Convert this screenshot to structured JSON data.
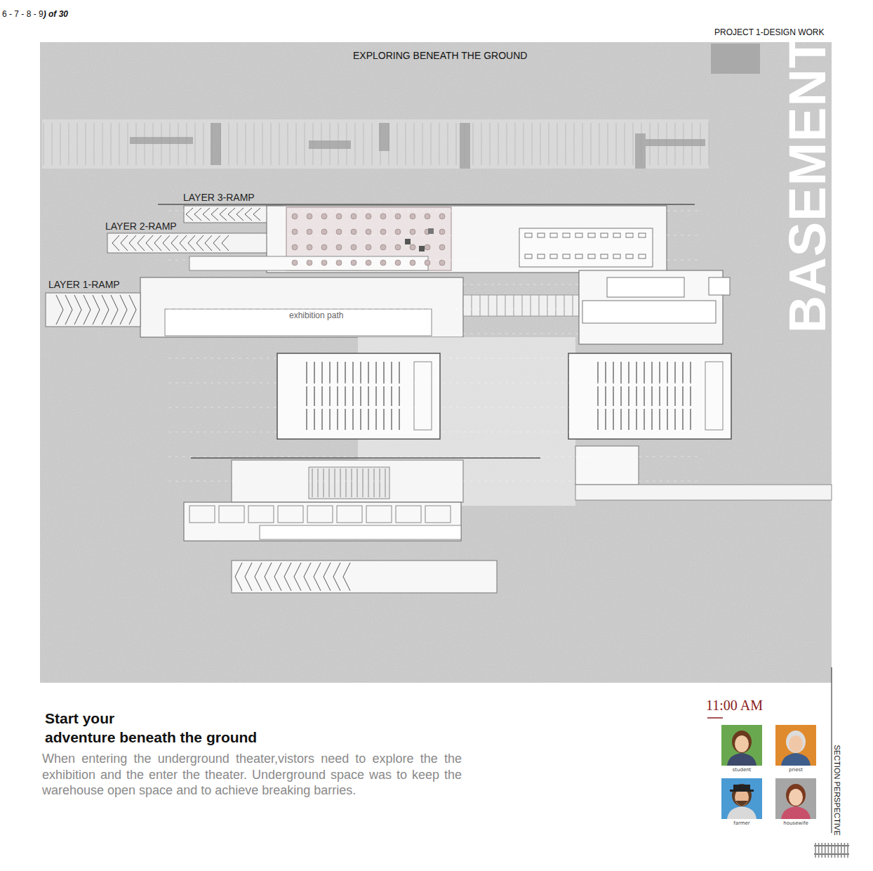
{
  "diagram": {
    "title": "EXPLORING BENEATH THE GROUND",
    "nodes": [
      {
        "text": [
          "student"
        ]
      },
      {
        "text": [
          "priest"
        ]
      },
      {
        "text": [
          "farmer"
        ]
      },
      {
        "text": [
          "housewife"
        ]
      }
    ],
    "labels": [
      "6 - 7 - 8 - 9",
      ") of 30",
      "PROJECT 1-DESIGN WORK",
      "BASEMENT",
      "LAYER 3-RAMP",
      "LAYER 2-RAMP",
      "LAYER 1-RAMP",
      "exhibition path",
      "Start your",
      "adventure beneath the ground",
      "When entering the underground theater,vistors need to explore the the exhibition and the enter the theater. Underground space was to keep the warehouse open space and to achieve breaking barries.",
      "11:00 AM",
      "SECTION PERSPECTIVE"
    ]
  }
}
